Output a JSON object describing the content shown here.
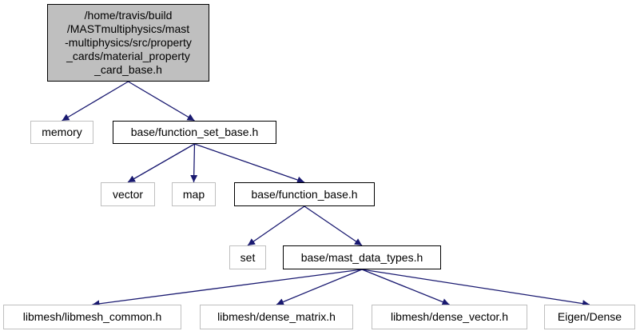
{
  "graph": {
    "root": {
      "lines": [
        "/home/travis/build",
        "/MASTmultiphysics/mast",
        "-multiphysics/src/property",
        "_cards/material_property",
        "_card_base.h"
      ]
    },
    "nodes": {
      "memory": "memory",
      "function_set_base": "base/function_set_base.h",
      "vector": "vector",
      "map": "map",
      "function_base": "base/function_base.h",
      "set": "set",
      "mast_data_types": "base/mast_data_types.h",
      "libmesh_common": "libmesh/libmesh_common.h",
      "dense_matrix": "libmesh/dense_matrix.h",
      "dense_vector": "libmesh/dense_vector.h",
      "eigen_dense": "Eigen/Dense"
    },
    "edges": [
      [
        "root",
        "memory"
      ],
      [
        "root",
        "function_set_base"
      ],
      [
        "function_set_base",
        "vector"
      ],
      [
        "function_set_base",
        "map"
      ],
      [
        "function_set_base",
        "function_base"
      ],
      [
        "function_base",
        "set"
      ],
      [
        "function_base",
        "mast_data_types"
      ],
      [
        "mast_data_types",
        "libmesh_common"
      ],
      [
        "mast_data_types",
        "dense_matrix"
      ],
      [
        "mast_data_types",
        "dense_vector"
      ],
      [
        "mast_data_types",
        "eigen_dense"
      ]
    ],
    "colors": {
      "edge": "#191970",
      "root_fill": "#bfbfbf",
      "local_border": "#000000",
      "external_border": "#bfbfbf"
    }
  }
}
